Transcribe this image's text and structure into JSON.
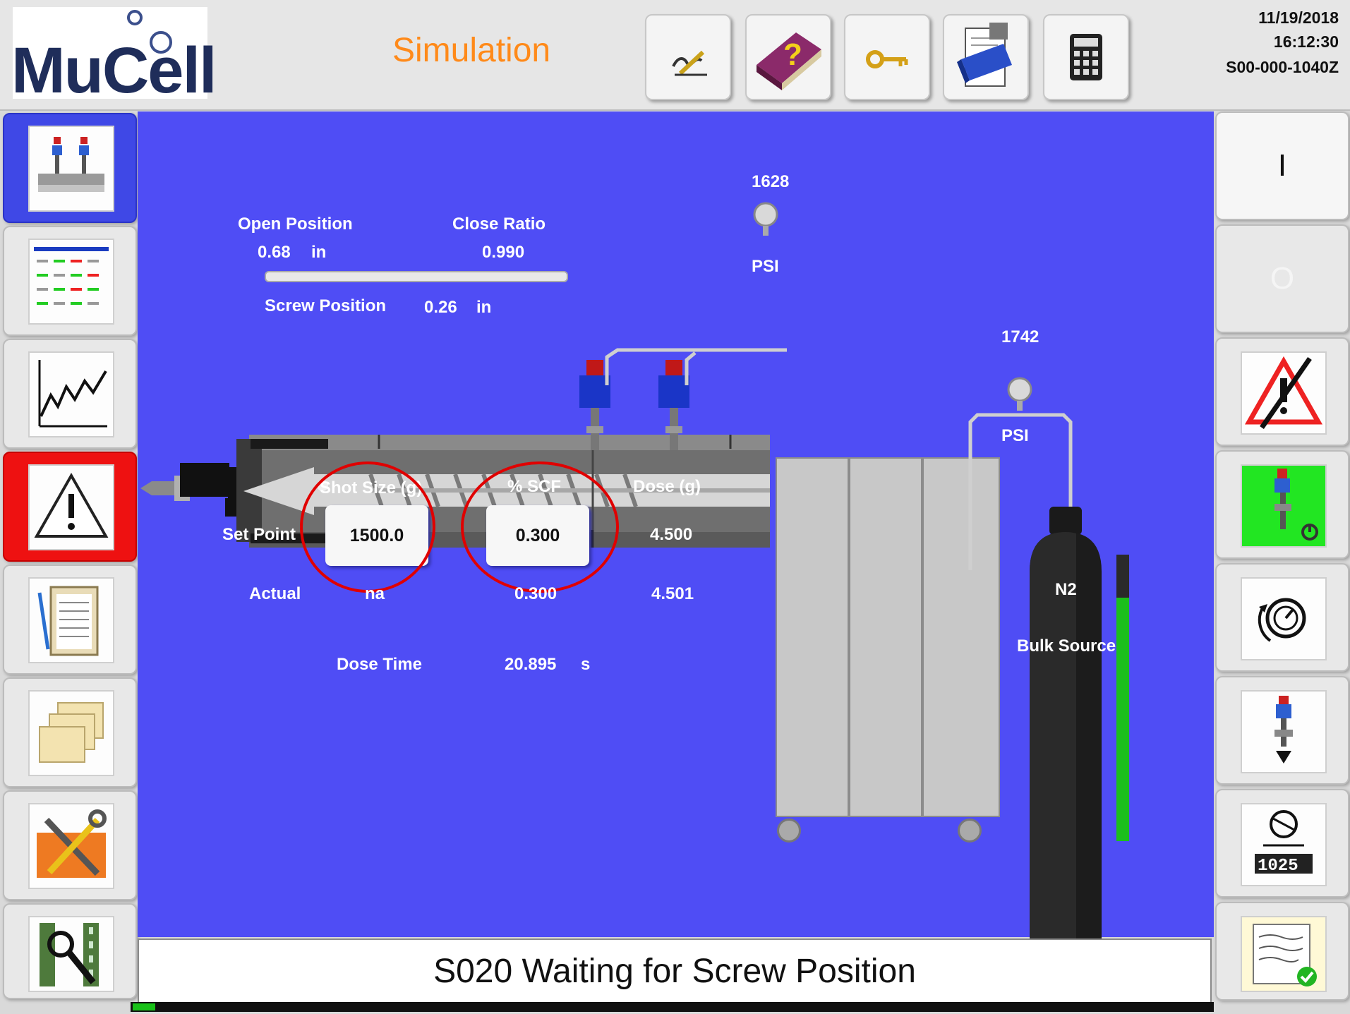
{
  "header": {
    "logo_text": "MuCell",
    "mode": "Simulation",
    "date": "11/19/2018",
    "time": "16:12:30",
    "machine_id": "S00-000-1040Z"
  },
  "toolbar": {
    "buttons": [
      "signature-icon",
      "help-book-icon",
      "key-icon",
      "usb-drive-icon",
      "calculator-icon"
    ]
  },
  "left_sidebar": {
    "items": [
      "injectors-icon",
      "data-table-icon",
      "trend-chart-icon",
      "alarm-warning-icon",
      "clipboard-icon",
      "folders-icon",
      "tools-icon",
      "diagnostics-icon"
    ]
  },
  "right_sidebar": {
    "on_label": "I",
    "off_label": "O",
    "items": [
      "alarm-disable-icon",
      "injector-valve-icon",
      "pressure-gauge-icon",
      "injector-down-icon",
      "counter-icon",
      "report-icon"
    ]
  },
  "process": {
    "open_position_label": "Open Position",
    "open_position_value": "0.68",
    "open_position_unit": "in",
    "close_ratio_label": "Close Ratio",
    "close_ratio_value": "0.990",
    "screw_position_label": "Screw Position",
    "screw_position_value": "0.26",
    "screw_position_unit": "in",
    "pressure_1": "1628",
    "pressure_1_unit": "PSI",
    "pressure_2": "1742",
    "pressure_2_unit": "PSI",
    "tank_gas": "N2",
    "tank_source": "Bulk Source",
    "tank_level": 0.85
  },
  "table": {
    "headers": [
      "Shot Size (g)",
      "% SCF",
      "Dose (g)"
    ],
    "set_point_label": "Set Point",
    "actual_label": "Actual",
    "set_point": {
      "shot_size": "1500.0",
      "scf": "0.300",
      "dose": "4.500"
    },
    "actual": {
      "shot_size": "na",
      "scf": "0.300",
      "dose": "4.501"
    },
    "dose_time_label": "Dose Time",
    "dose_time_value": "20.895",
    "dose_time_unit": "s"
  },
  "status": {
    "message": "S020 Waiting for Screw Position"
  }
}
